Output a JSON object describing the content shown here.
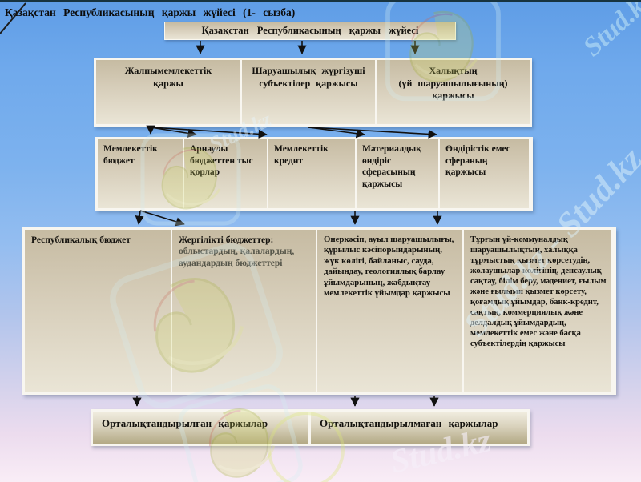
{
  "slide": {
    "title": "Қазақстан  Республикасының  қаржы  жүйесі  (1- сызба)",
    "root": {
      "label": "Қазақстан  Республикасының  қаржы  жүйесі"
    },
    "level2": [
      {
        "lines": [
          "Жалпымемлекеттік",
          "қаржы",
          ""
        ]
      },
      {
        "lines": [
          "Шаруашылық  жүргізуші",
          "субъектілер  қаржысы",
          ""
        ]
      },
      {
        "lines": [
          "Халықтың",
          "(үй  шаруашылығының)",
          "қаржысы"
        ]
      }
    ],
    "level3": [
      {
        "label": "Мемлекеттік бюджет"
      },
      {
        "label": "Арнаулы бюджеттен тыс  қорлар"
      },
      {
        "label": "Мемлекеттік кредит"
      },
      {
        "label": "Материалдық өндіріс сферасының қаржысы"
      },
      {
        "label": "Өндірістік емес сфераның қаржысы"
      }
    ],
    "level4": [
      {
        "label": "Республикалық  бюджет"
      },
      {
        "heading": "Жергілікті  бюджеттер:",
        "sub": "облыстардың,  қалалардың, аудандардың  бюджеттері"
      },
      {
        "label": "Өнеркәсіп,  ауыл шаруашылығы, құрылыс кәсіпорындарының, жүк көлігі, байланыс, сауда, дайындау, геологиялық барлау ұйымдарының, жабдықтау мемлекеттік ұйымдар қаржысы"
      },
      {
        "label": "Тұрғын  үй-коммуналдық шаруашылықтың,  халыққа тұрмыстық  қызмет көрсетудің,  жолаушылар көлігінің, денсаулық сақтау, білім беру, мәдениет, ғылым және ғылыми қызмет көрсету, қоғамдық ұйымдар, банк-кредит, сақтық, коммерциялық және делдалдық  ұйымдардың, мемлекеттік емес және  басқа субъектілердің  қаржысы"
      }
    ],
    "level5": [
      {
        "label": "Орталықтандырылған  қаржылар"
      },
      {
        "label": "Орталықтандырылмаған   қаржылар"
      }
    ],
    "watermark": {
      "long": "Stud.kz - Stud.kz",
      "short": "Stud.kz"
    },
    "colors": {
      "background_top": "#5f9de6",
      "background_bottom": "#f9edf6",
      "node_gradient_top": "#c6bba2",
      "node_gradient_bottom": "#eae5d6",
      "panel_white": "#f8f6f0",
      "arrow": "#111111",
      "sub_text_gray": "#56564a"
    }
  }
}
